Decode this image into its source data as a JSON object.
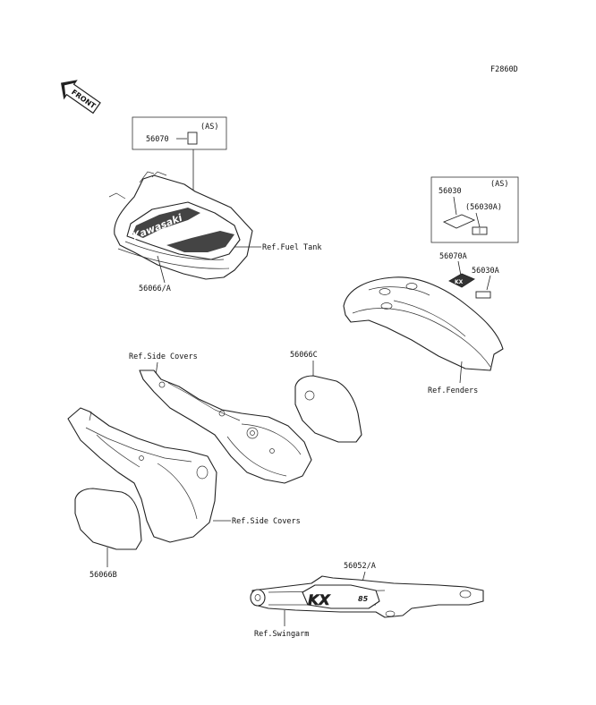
{
  "diagram_code": "F2860D",
  "front_arrow": {
    "text": "FRONT"
  },
  "labels": {
    "p56070": "56070",
    "as1": "(AS)",
    "p56066a": "56066/A",
    "ref_fuel_tank": "Ref.Fuel Tank",
    "p56030": "56030",
    "as2": "(AS)",
    "p56030a_box": "(56030A)",
    "p56070a": "56070A",
    "p56030a": "56030A",
    "ref_fenders": "Ref.Fenders",
    "ref_side_covers_top": "Ref.Side Covers",
    "p56066c": "56066C",
    "ref_side_covers_bottom": "Ref.Side Covers",
    "p56066b": "56066B",
    "p56052a": "56052/A",
    "ref_swingarm": "Ref.Swingarm"
  },
  "decal_text": {
    "kawasaki": "Kawasaki",
    "kx": "KX",
    "kx_sub": "85",
    "fender_decal": "KX"
  }
}
